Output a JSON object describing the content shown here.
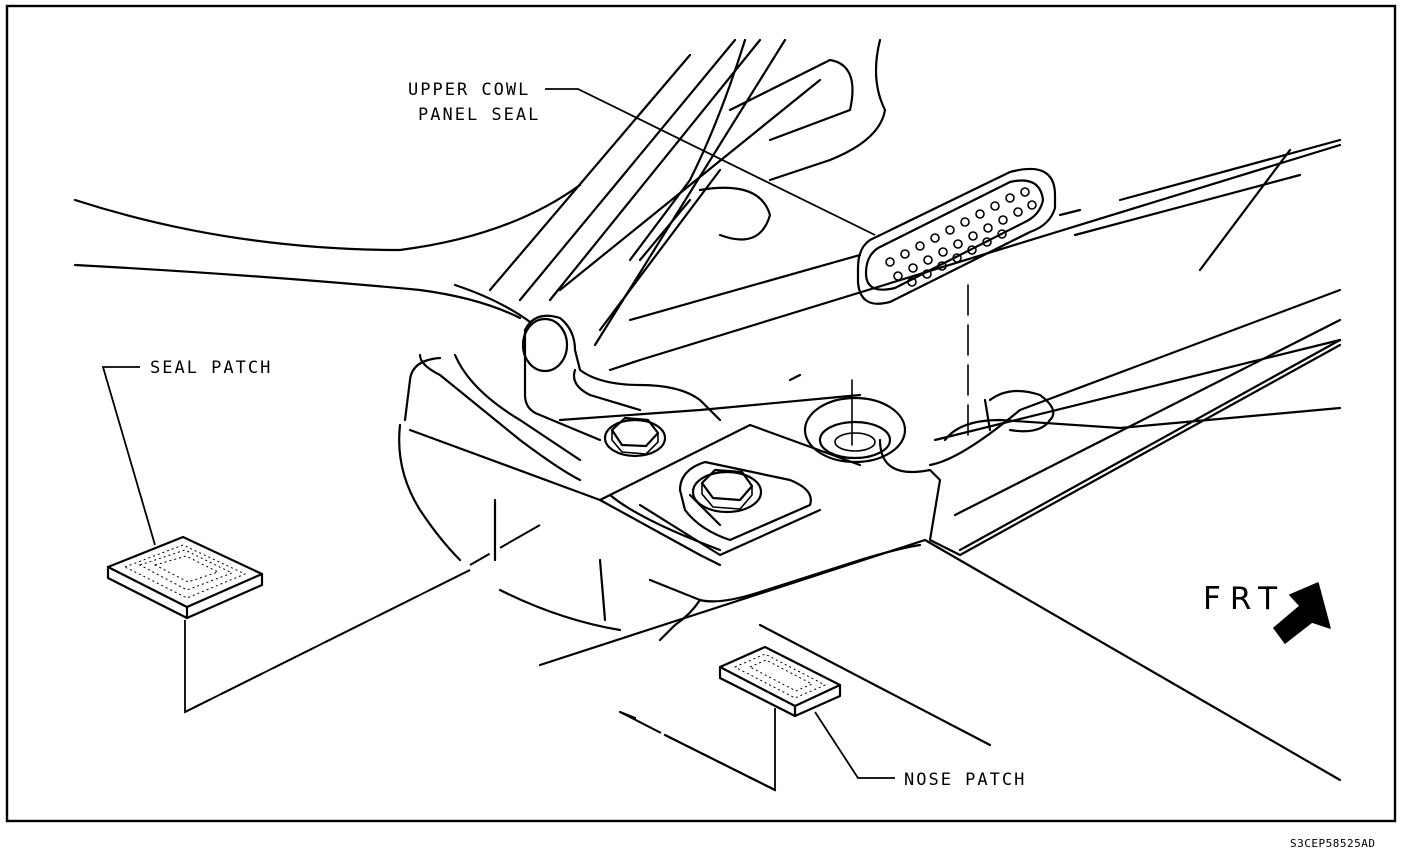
{
  "figure": {
    "labels": {
      "upper_cowl_line1": "UPPER COWL",
      "upper_cowl_line2": "PANEL SEAL",
      "seal_patch": "SEAL PATCH",
      "nose_patch": "NOSE PATCH",
      "front_direction": "FRT",
      "figure_code": "S3CEP58525AD"
    }
  }
}
